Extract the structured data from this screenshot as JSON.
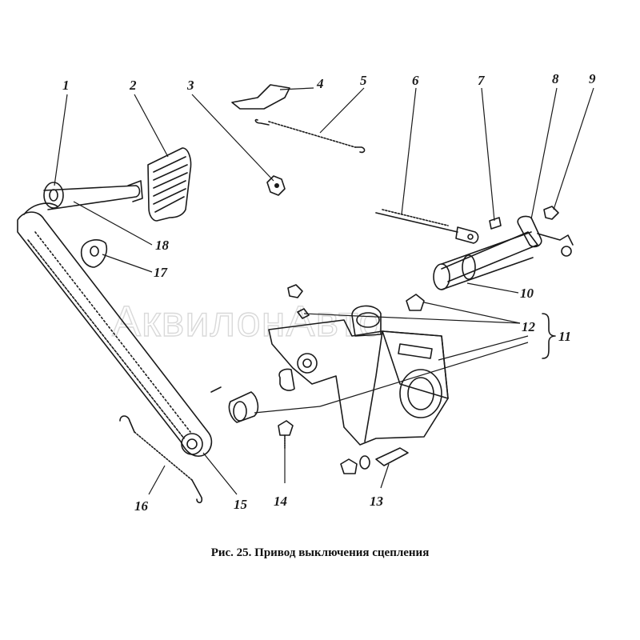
{
  "caption": "Рис. 25. Привод выключения сцепления",
  "watermark": "АквилонАвто",
  "labels": {
    "n1": "1",
    "n2": "2",
    "n3": "3",
    "n4": "4",
    "n5": "5",
    "n6": "6",
    "n7": "7",
    "n8": "8",
    "n9": "9",
    "n10": "10",
    "n11": "11",
    "n12": "12",
    "n13": "13",
    "n14": "14",
    "n15": "15",
    "n16": "16",
    "n17": "17",
    "n18": "18"
  }
}
